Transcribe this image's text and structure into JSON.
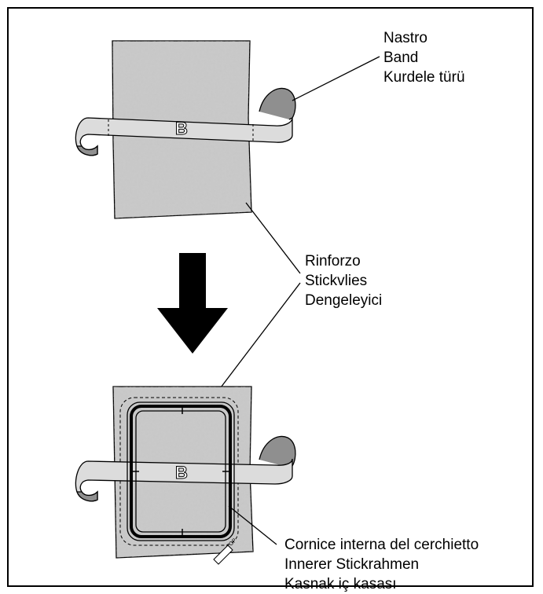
{
  "labels": {
    "ribbon": [
      "Nastro",
      "Band",
      "Kurdele türü"
    ],
    "stabilizer": [
      "Rinforzo",
      "Stickvlies",
      "Dengeleyici"
    ],
    "inner_frame": [
      "Cornice interna del cerchietto",
      "Innerer Stickrahmen",
      "Kasnak iç kasası"
    ]
  },
  "ribbon_mark": "B",
  "colors": {
    "fabric": "#c4c4c4",
    "fabric_speckle": "#9a9a9a",
    "ribbon": "#dcdcdc",
    "ribbon_shadow": "#8a8a8a",
    "outline": "#000000",
    "arrow": "#000000"
  }
}
